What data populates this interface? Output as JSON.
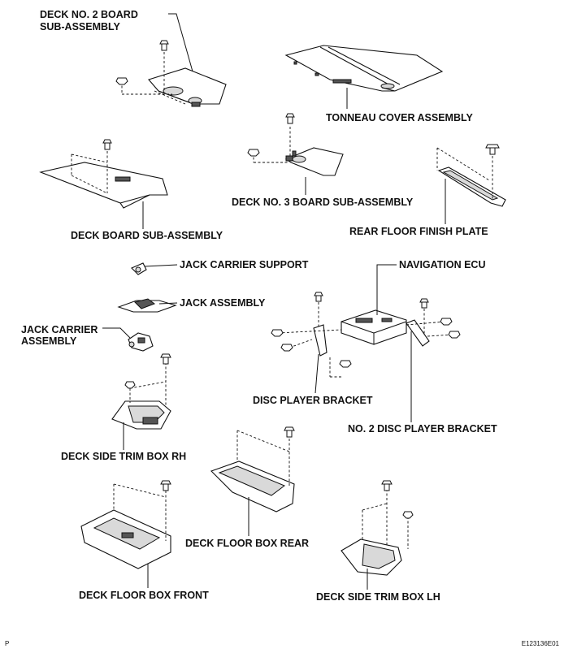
{
  "labels": {
    "deck_no2_line1": "DECK NO. 2 BOARD",
    "deck_no2_line2": "SUB-ASSEMBLY",
    "tonneau": "TONNEAU COVER ASSEMBLY",
    "deck_no3": "DECK NO. 3 BOARD SUB-ASSEMBLY",
    "deck_board": "DECK BOARD SUB-ASSEMBLY",
    "rear_floor_finish": "REAR FLOOR FINISH PLATE",
    "jack_carrier_support": "JACK CARRIER SUPPORT",
    "navigation_ecu": "NAVIGATION ECU",
    "jack_assembly": "JACK ASSEMBLY",
    "jack_carrier_line1": "JACK CARRIER",
    "jack_carrier_line2": "ASSEMBLY",
    "disc_player_bracket": "DISC PLAYER BRACKET",
    "no2_disc_player_bracket": "NO. 2 DISC PLAYER BRACKET",
    "deck_side_trim_rh": "DECK SIDE TRIM BOX RH",
    "deck_floor_rear": "DECK FLOOR BOX REAR",
    "deck_floor_front": "DECK FLOOR BOX FRONT",
    "deck_side_trim_lh": "DECK SIDE TRIM BOX LH"
  },
  "corner": {
    "left": "P",
    "right": "E123136E01"
  }
}
